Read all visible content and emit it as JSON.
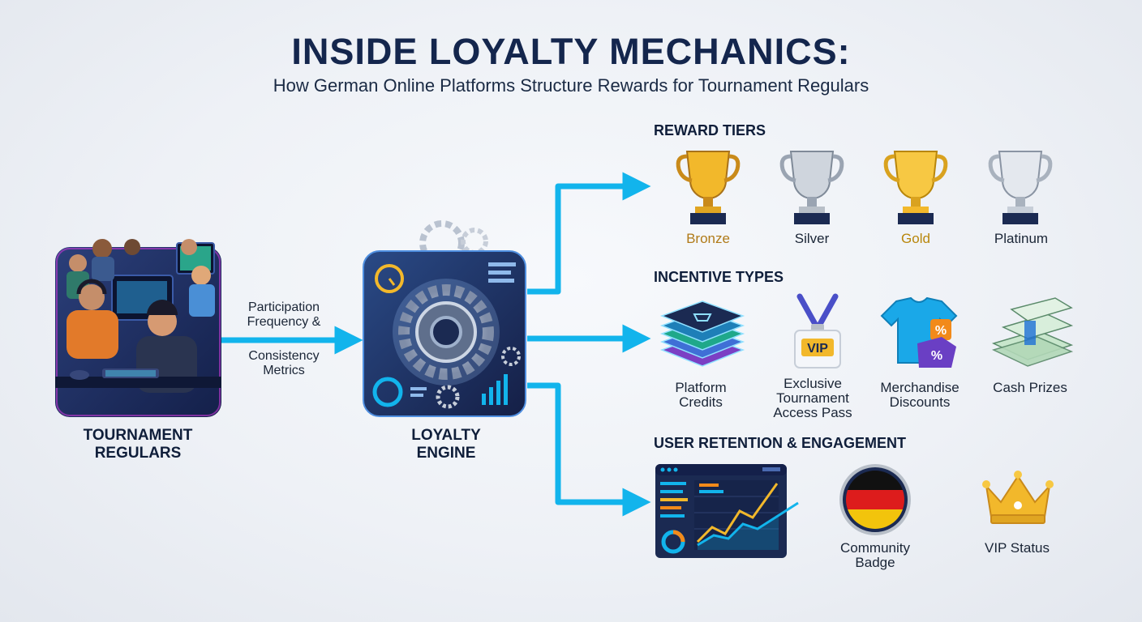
{
  "header": {
    "title": "INSIDE LOYALTY MECHANICS:",
    "subtitle": "How German Online Platforms Structure Rewards for Tournament Regulars"
  },
  "source": {
    "label_line1": "TOURNAMENT",
    "label_line2": "REGULARS"
  },
  "connector": {
    "line1": "Participation",
    "line2": "Frequency &",
    "line3": "Consistency",
    "line4": "Metrics"
  },
  "engine": {
    "label_line1": "LOYALTY",
    "label_line2": "ENGINE"
  },
  "reward_tiers": {
    "heading": "REWARD TIERS",
    "items": [
      {
        "label": "Bronze",
        "color": "#b07a18"
      },
      {
        "label": "Silver",
        "color": "#1a2536"
      },
      {
        "label": "Gold",
        "color": "#b8860b"
      },
      {
        "label": "Platinum",
        "color": "#1a2536"
      }
    ]
  },
  "incentive_types": {
    "heading": "INCENTIVE TYPES",
    "items": [
      {
        "line1": "Platform",
        "line2": "Credits",
        "line3": ""
      },
      {
        "line1": "Exclusive",
        "line2": "Tournament",
        "line3": "Access Pass"
      },
      {
        "line1": "Merchandise",
        "line2": "Discounts",
        "line3": ""
      },
      {
        "line1": "Cash Prizes",
        "line2": "",
        "line3": ""
      }
    ],
    "vip_badge_text": "VIP"
  },
  "retention": {
    "heading": "USER RETENTION & ENGAGEMENT",
    "community_line1": "Community",
    "community_line2": "Badge",
    "vip_status": "VIP Status"
  },
  "colors": {
    "arrow": "#12b4ec",
    "navy": "#14264d",
    "panel": "#1b2a52",
    "gold": "#f2b82b",
    "silver": "#b8bfc8"
  }
}
